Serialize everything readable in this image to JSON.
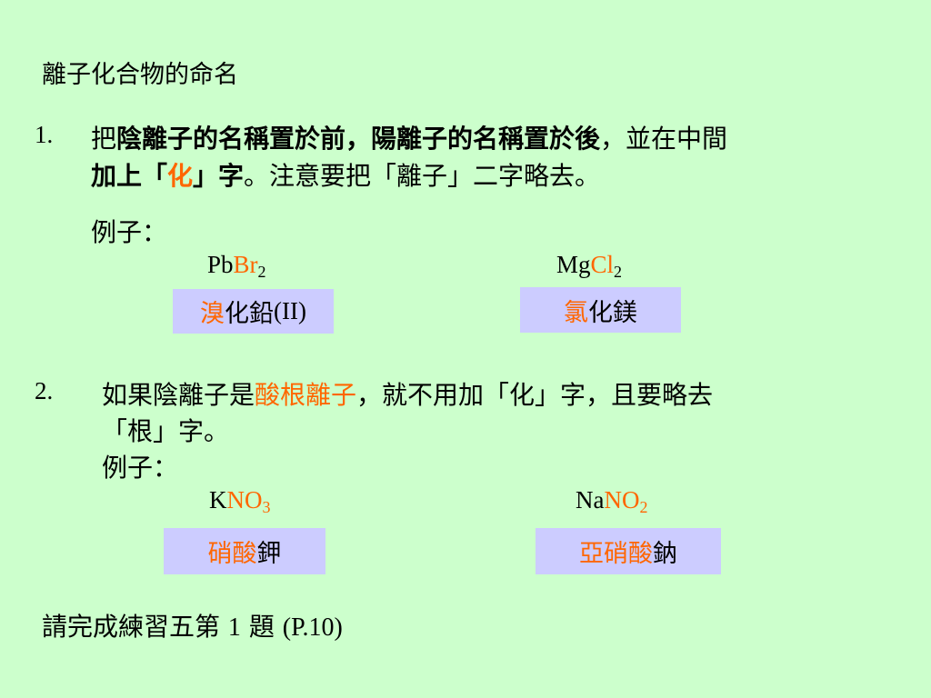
{
  "title": "離子化合物的命名",
  "rule1": {
    "number": "1.",
    "line1": {
      "a": "把",
      "b": "陰離子的名稱置於前，陽離子的名稱置於後",
      "c": "，並在中間"
    },
    "line2": {
      "a": "加上「",
      "b": "化",
      "c": "」字",
      "d": "。注意要把「離子」二字略去。"
    },
    "example_label": "例子：",
    "examples": [
      {
        "formula": {
          "base": "Pb",
          "accent": "Br",
          "sub": "2"
        },
        "name": {
          "accent": "溴",
          "rest": "化鉛",
          "latin": "(II)"
        }
      },
      {
        "formula": {
          "base": "Mg",
          "accent": "Cl",
          "sub": "2"
        },
        "name": {
          "accent": "氯",
          "rest": "化鎂"
        }
      }
    ]
  },
  "rule2": {
    "number": "2.",
    "line1": {
      "a": "如果陰離子是",
      "b": "酸根離子",
      "c": "，就不用加「化」字，且要略去"
    },
    "line2": "「根」字。",
    "example_label": "例子：",
    "examples": [
      {
        "formula": {
          "base": "K",
          "accent": "NO",
          "sub": "3"
        },
        "name": {
          "accent": "硝酸",
          "rest": "鉀"
        }
      },
      {
        "formula": {
          "base": "Na",
          "accent": "NO",
          "sub": "2"
        },
        "name": {
          "accent": "亞硝酸",
          "rest": "鈉"
        }
      }
    ]
  },
  "exercise": {
    "text": "請完成練習五第",
    "num": "1",
    "ti": "題",
    "page": "(P.10)"
  }
}
